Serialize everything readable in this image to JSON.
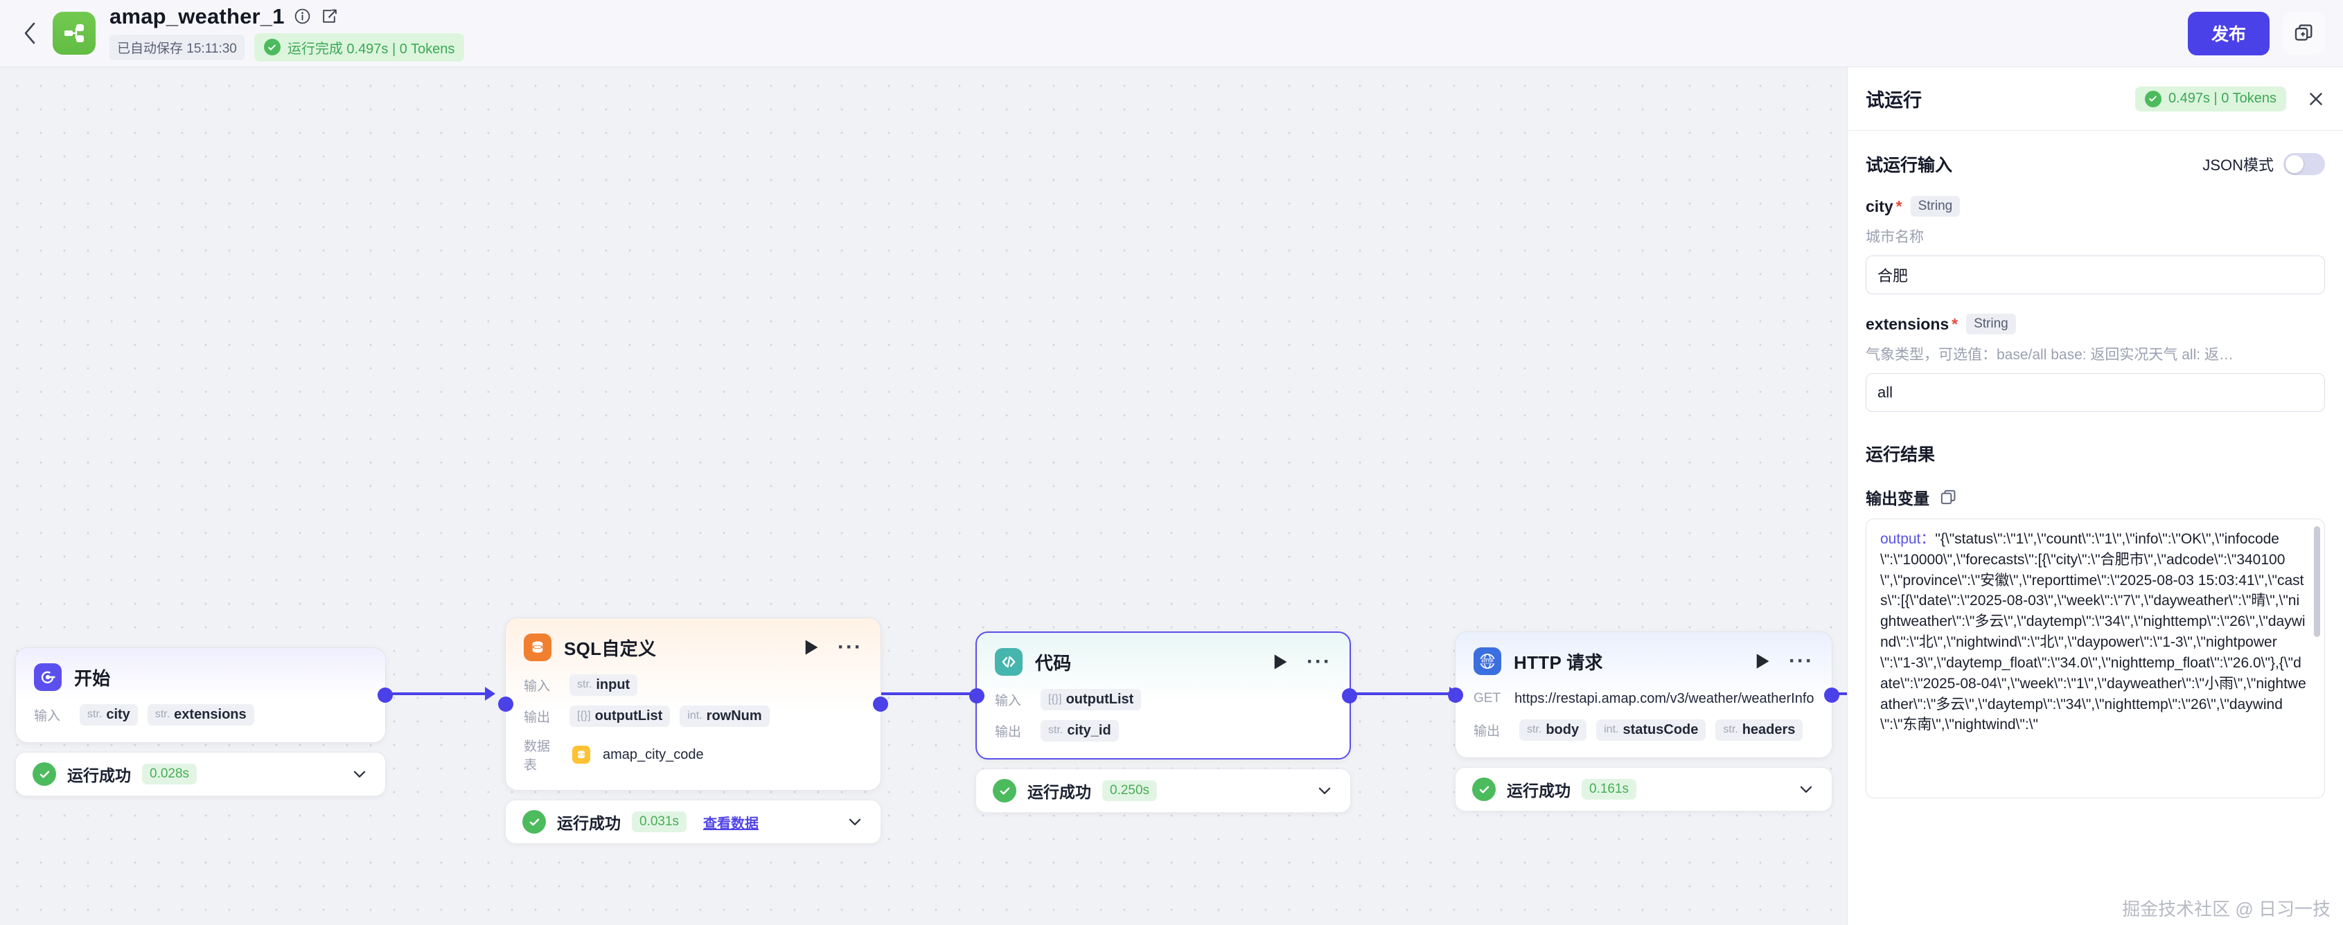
{
  "topbar": {
    "back_icon": "chevron-left-icon",
    "logo_icon": "workflow-logo-icon",
    "title": "amap_weather_1",
    "info_icon": "info-circle-icon",
    "edit_icon": "edit-square-icon",
    "saved_text": "已自动保存 15:11:30",
    "run_status": "运行完成 0.497s | 0 Tokens",
    "publish_label": "发布",
    "duplicate_icon": "duplicate-icon"
  },
  "canvas": {
    "nodes": [
      {
        "id": "start",
        "icon": "start-node-icon",
        "title": "开始",
        "rows": [
          {
            "label": "输入",
            "pills": [
              {
                "type": "str.",
                "name": "city"
              },
              {
                "type": "str.",
                "name": "extensions"
              }
            ]
          }
        ],
        "status": {
          "icon": "check-circle-icon",
          "text": "运行成功",
          "time": "0.028s",
          "link": "",
          "chevron": "chevron-down-icon"
        }
      },
      {
        "id": "sql",
        "icon": "database-node-icon",
        "title": "SQL自定义",
        "play_icon": "play-icon",
        "more_icon": "more-dots-icon",
        "rows": [
          {
            "label": "输入",
            "pills": [
              {
                "type": "str.",
                "name": "input"
              }
            ]
          },
          {
            "label": "输出",
            "pills": [
              {
                "type": "[{}]",
                "name": "outputList"
              },
              {
                "type": "int.",
                "name": "rowNum"
              }
            ]
          },
          {
            "label": "数据表",
            "table_icon": "table-icon",
            "plain": "amap_city_code"
          }
        ],
        "status": {
          "icon": "check-circle-icon",
          "text": "运行成功",
          "time": "0.031s",
          "link": "查看数据",
          "chevron": "chevron-down-icon"
        }
      },
      {
        "id": "code",
        "icon": "code-node-icon",
        "title": "代码",
        "play_icon": "play-icon",
        "more_icon": "more-dots-icon",
        "rows": [
          {
            "label": "输入",
            "pills": [
              {
                "type": "[{}]",
                "name": "outputList"
              }
            ]
          },
          {
            "label": "输出",
            "pills": [
              {
                "type": "str.",
                "name": "city_id"
              }
            ]
          }
        ],
        "status": {
          "icon": "check-circle-icon",
          "text": "运行成功",
          "time": "0.250s",
          "link": "",
          "chevron": "chevron-down-icon"
        }
      },
      {
        "id": "http",
        "icon": "http-node-icon",
        "title": "HTTP 请求",
        "play_icon": "play-icon",
        "more_icon": "more-dots-icon",
        "rows": [
          {
            "label": "GET",
            "plain": "https://restapi.amap.com/v3/weather/weatherInfo"
          },
          {
            "label": "输出",
            "pills": [
              {
                "type": "str.",
                "name": "body"
              },
              {
                "type": "int.",
                "name": "statusCode"
              },
              {
                "type": "str.",
                "name": "headers"
              }
            ]
          }
        ],
        "status": {
          "icon": "check-circle-icon",
          "text": "运行成功",
          "time": "0.161s",
          "link": "",
          "chevron": "chevron-down-icon"
        }
      }
    ]
  },
  "panel": {
    "title": "试运行",
    "run_status": "0.497s | 0 Tokens",
    "close_icon": "close-icon",
    "input_section_title": "试运行输入",
    "json_mode_label": "JSON模式",
    "json_mode_on": false,
    "fields": [
      {
        "name": "city",
        "required": "*",
        "type": "String",
        "desc": "城市名称",
        "value": "合肥"
      },
      {
        "name": "extensions",
        "required": "*",
        "type": "String",
        "desc": "气象类型，可选值：base/all base: 返回实况天气 all: 返…",
        "value": "all"
      }
    ],
    "result_title": "运行结果",
    "output_var_label": "输出变量",
    "copy_icon": "copy-icon",
    "output_key": "output：",
    "output_value": "\"{\\\"status\\\":\\\"1\\\",\\\"count\\\":\\\"1\\\",\\\"info\\\":\\\"OK\\\",\\\"infocode\\\":\\\"10000\\\",\\\"forecasts\\\":[{\\\"city\\\":\\\"合肥市\\\",\\\"adcode\\\":\\\"340100\\\",\\\"province\\\":\\\"安徽\\\",\\\"reporttime\\\":\\\"2025-08-03 15:03:41\\\",\\\"casts\\\":[{\\\"date\\\":\\\"2025-08-03\\\",\\\"week\\\":\\\"7\\\",\\\"dayweather\\\":\\\"晴\\\",\\\"nightweather\\\":\\\"多云\\\",\\\"daytemp\\\":\\\"34\\\",\\\"nighttemp\\\":\\\"26\\\",\\\"daywind\\\":\\\"北\\\",\\\"nightwind\\\":\\\"北\\\",\\\"daypower\\\":\\\"1-3\\\",\\\"nightpower\\\":\\\"1-3\\\",\\\"daytemp_float\\\":\\\"34.0\\\",\\\"nighttemp_float\\\":\\\"26.0\\\"},{\\\"date\\\":\\\"2025-08-04\\\",\\\"week\\\":\\\"1\\\",\\\"dayweather\\\":\\\"小雨\\\",\\\"nightweather\\\":\\\"多云\\\",\\\"daytemp\\\":\\\"34\\\",\\\"nighttemp\\\":\\\"26\\\",\\\"daywind\\\":\\\"东南\\\",\\\"nightwind\\\":\\\"",
    "watermark": "掘金技术社区 @ 日习一技"
  },
  "colors": {
    "accent": "#4a41e8",
    "success": "#4cbb5e",
    "brand_green": "#6cc24a",
    "sql_orange": "#f08030",
    "code_teal": "#45b5ad",
    "http_blue": "#3b6fe0"
  }
}
